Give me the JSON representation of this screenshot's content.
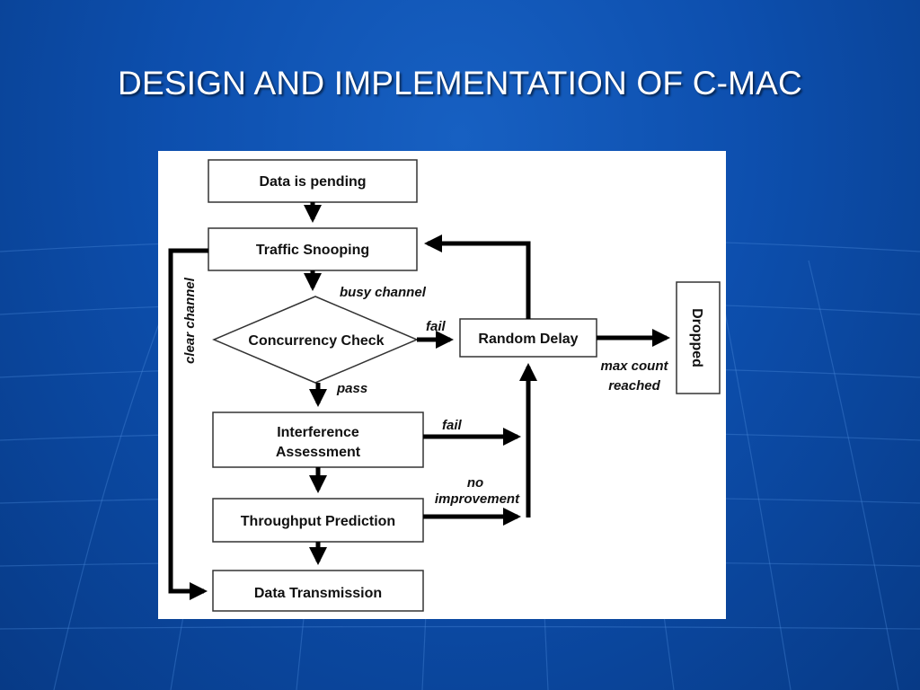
{
  "slide": {
    "title": "DESIGN AND IMPLEMENTATION OF C-MAC"
  },
  "colors": {
    "background": "#0a4fa8",
    "title_text": "#ffffff",
    "figure_background": "#ffffff",
    "diagram_ink": "#000000"
  },
  "diagram": {
    "nodes": {
      "data_pending": "Data is pending",
      "traffic_snooping": "Traffic Snooping",
      "concurrency_check": "Concurrency Check",
      "random_delay": "Random Delay",
      "dropped": "Dropped",
      "interference_line1": "Interference",
      "interference_line2": "Assessment",
      "throughput_prediction": "Throughput Prediction",
      "data_transmission": "Data Transmission"
    },
    "edge_labels": {
      "clear_channel": "clear channel",
      "busy_channel": "busy channel",
      "fail_concurrency": "fail",
      "pass": "pass",
      "fail_interference": "fail",
      "no_improvement_line1": "no",
      "no_improvement_line2": "improvement",
      "max_count_line1": "max count",
      "max_count_line2": "reached"
    }
  }
}
